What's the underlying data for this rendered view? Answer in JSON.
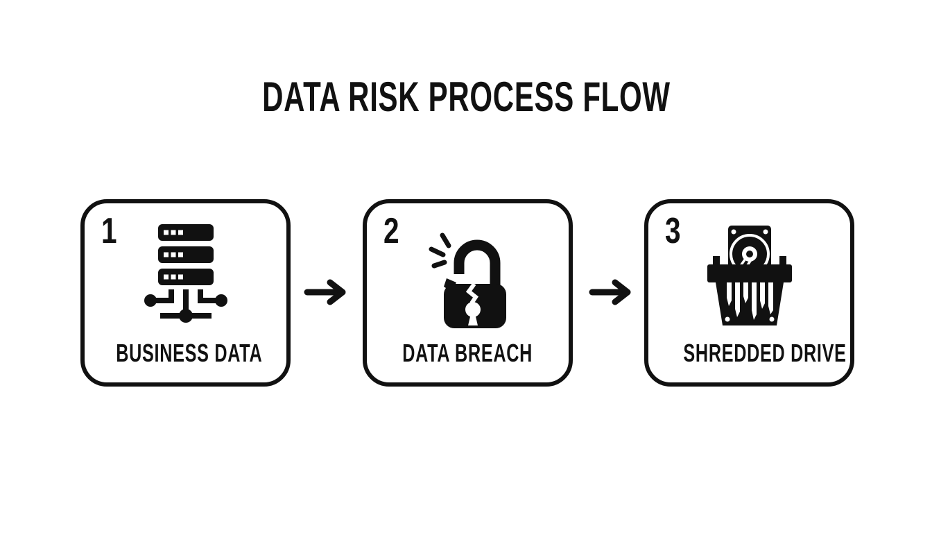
{
  "title": "DATA RISK PROCESS FLOW",
  "colors": {
    "ink": "#111111",
    "background": "#ffffff"
  },
  "steps": [
    {
      "number": "1",
      "label": "BUSINESS DATA",
      "icon": "server-network-icon"
    },
    {
      "number": "2",
      "label": "DATA BREACH",
      "icon": "broken-padlock-icon"
    },
    {
      "number": "3",
      "label": "SHREDDED DRIVE",
      "icon": "hard-drive-shredder-icon"
    }
  ],
  "connectors": [
    {
      "type": "arrow-right"
    },
    {
      "type": "arrow-right"
    }
  ]
}
